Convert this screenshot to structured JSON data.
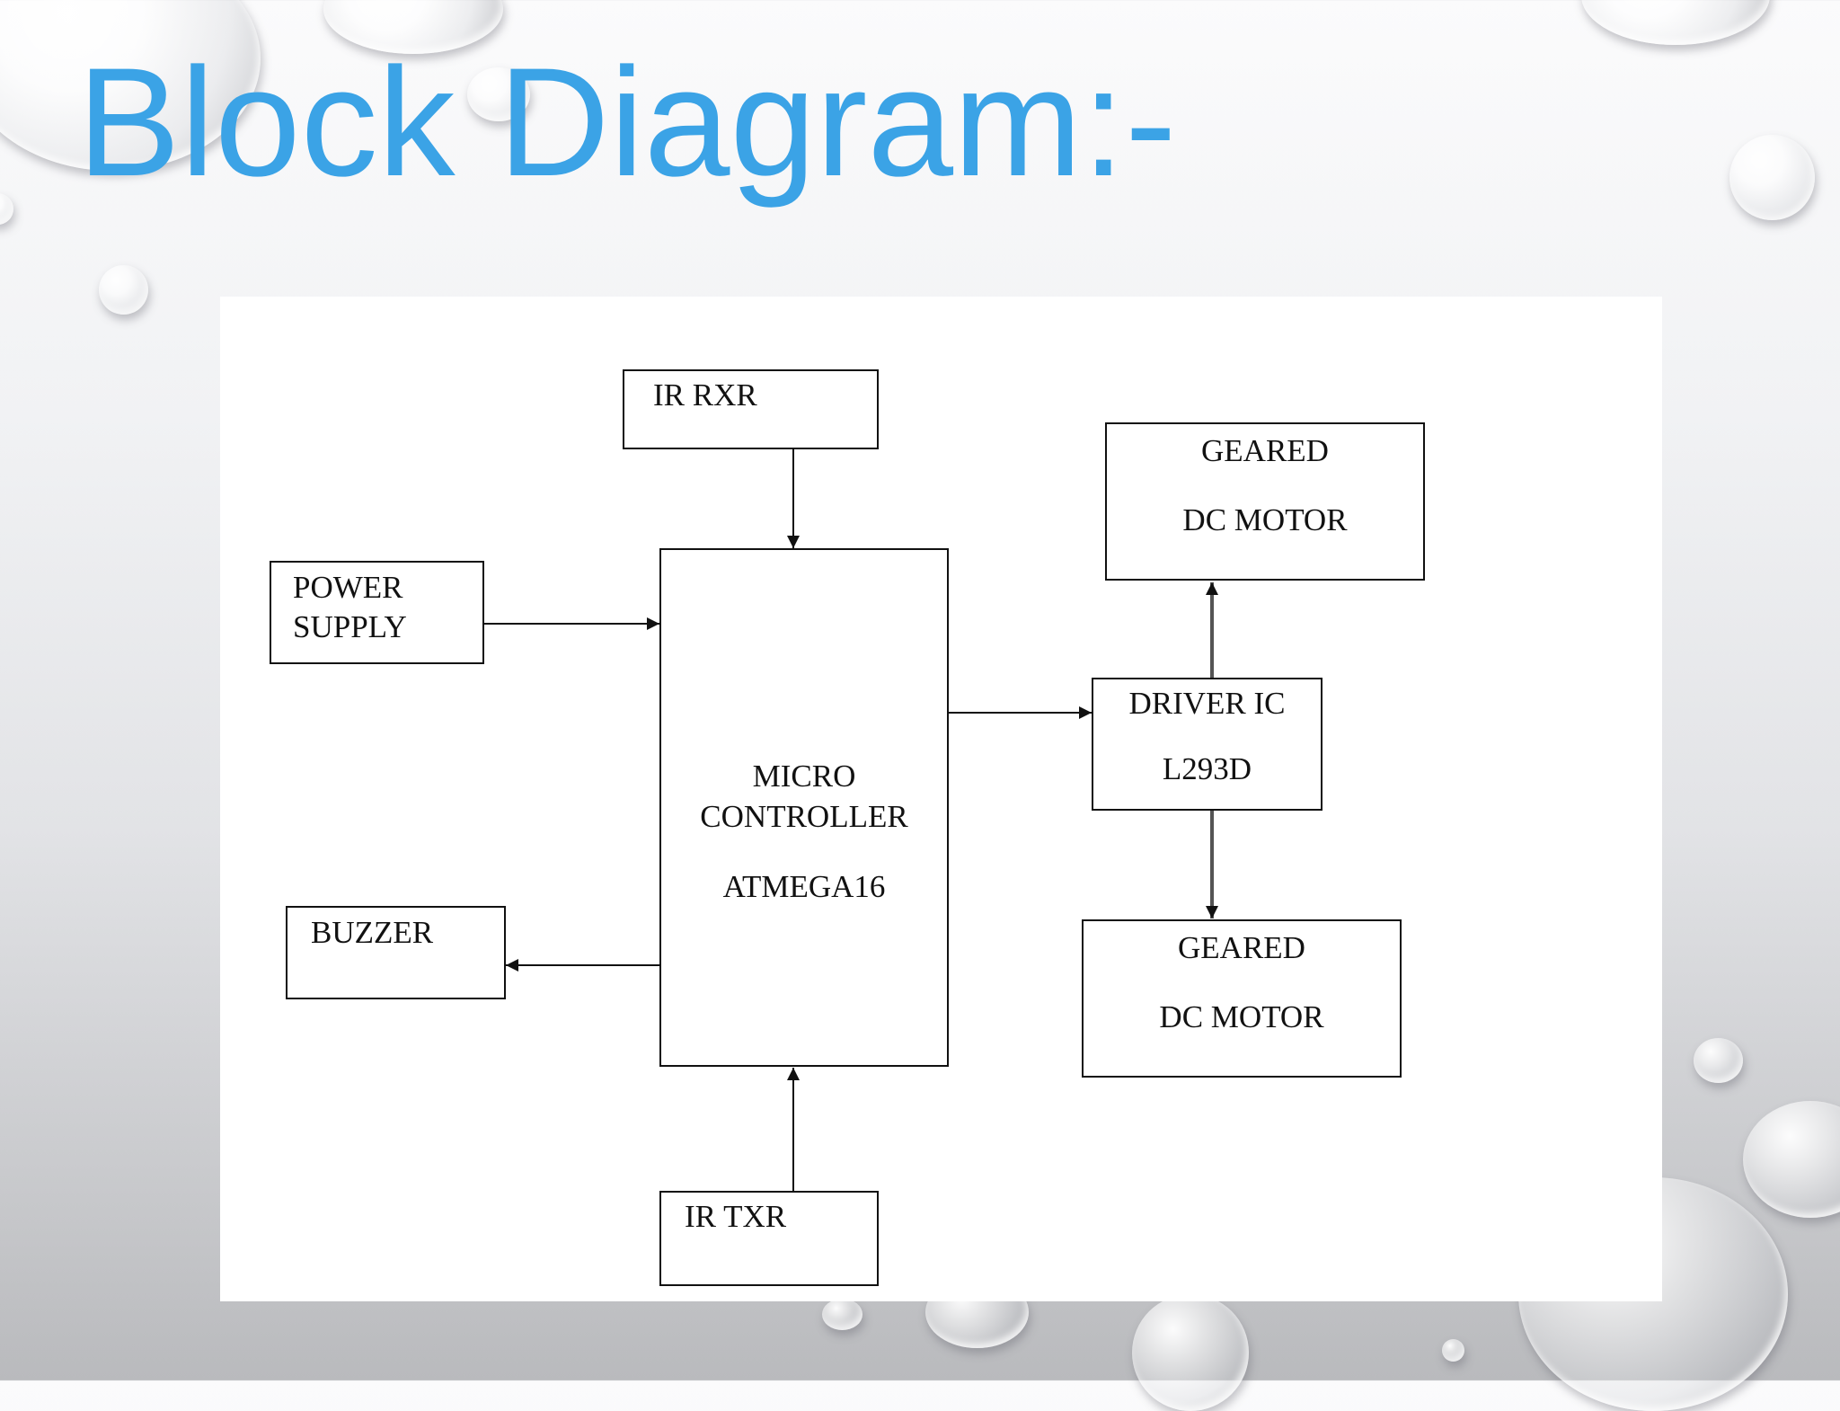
{
  "slide": {
    "title": "Block Diagram:-"
  },
  "diagram": {
    "blocks": {
      "ir_rxr": {
        "label": "IR RXR"
      },
      "power_supply": {
        "line1": "POWER",
        "line2": "SUPPLY"
      },
      "microcontroller": {
        "line1": "MICRO",
        "line2": "CONTROLLER",
        "line3": "ATMEGA16"
      },
      "buzzer": {
        "label": "BUZZER"
      },
      "ir_txr": {
        "label": "IR TXR"
      },
      "geared_motor_top": {
        "line1": "GEARED",
        "line2": "DC MOTOR"
      },
      "driver_ic": {
        "line1": "DRIVER IC",
        "line2": "L293D"
      },
      "geared_motor_bottom": {
        "line1": "GEARED",
        "line2": "DC MOTOR"
      }
    }
  }
}
